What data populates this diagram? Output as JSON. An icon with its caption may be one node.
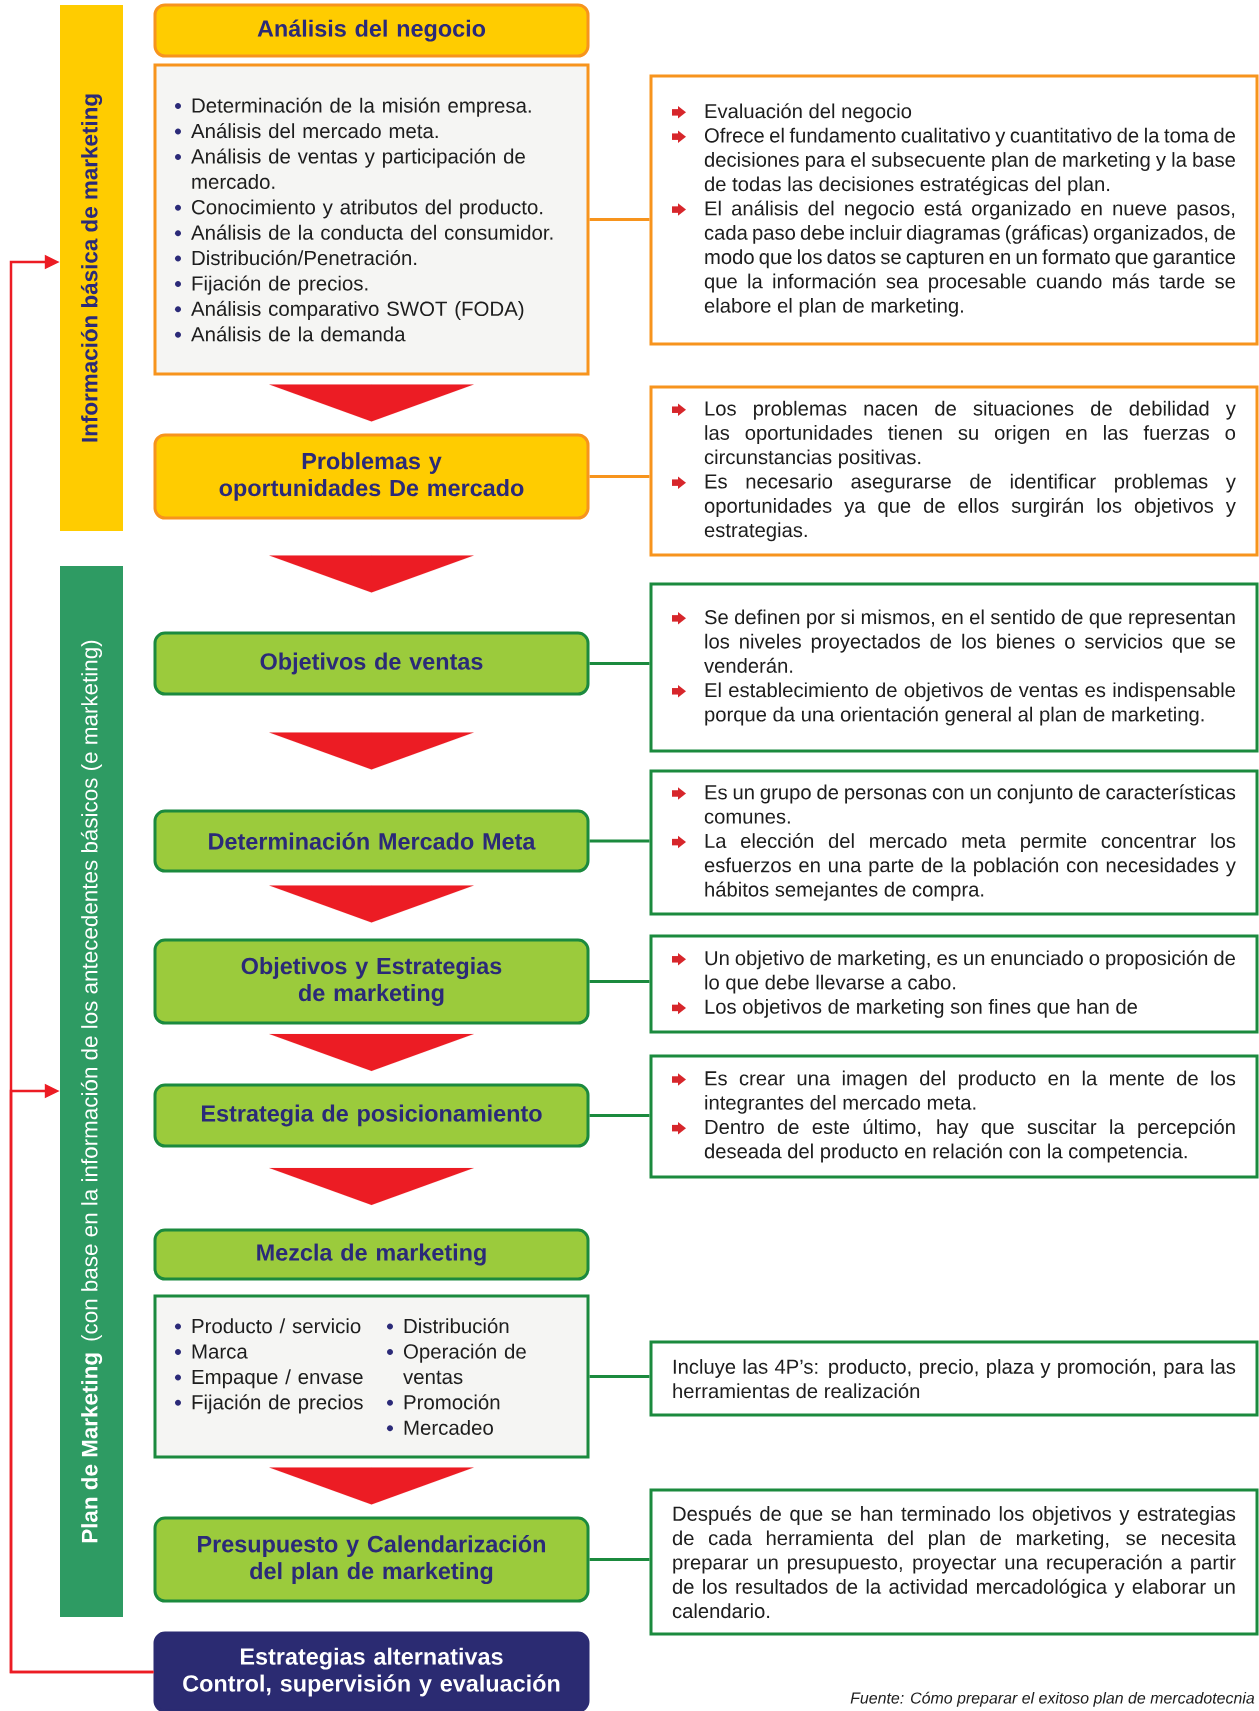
{
  "diagram": {
    "nodes": [
      {
        "text": [
          "Información básica de marketing"
        ]
      },
      {
        "text": [
          "Plan de Marketing",
          "(con base en la información de los antecedentes básicos (e marketing)"
        ]
      },
      {
        "text": [
          "Análisis del negocio"
        ]
      },
      {
        "text": [
          "Determinación de la misión empresa.",
          "Análisis del mercado meta.",
          "Análisis de ventas y participación de mercado.",
          "Conocimiento y atributos del producto.",
          "Análisis de la conducta del consumidor.",
          "Distribución/Penetración.",
          "Fijación de precios.",
          "Análisis comparativo SWOT (FODA)",
          "Análisis de la demanda"
        ]
      },
      {
        "text": [
          "Problemas y oportunidades De mercado"
        ]
      },
      {
        "text": [
          "Objetivos de ventas"
        ]
      },
      {
        "text": [
          "Determinación Mercado Meta"
        ]
      },
      {
        "text": [
          "Objetivos y Estrategias de marketing"
        ]
      },
      {
        "text": [
          "Estrategia de posicionamiento"
        ]
      },
      {
        "text": [
          "Mezcla de marketing"
        ]
      },
      {
        "text": [
          "Producto / servicio",
          "Marca",
          "Empaque / envase",
          "Fijación de precios",
          "Distribución",
          "Operación de ventas",
          "Promoción",
          "Mercadeo"
        ]
      },
      {
        "text": [
          "Presupuesto y Calendarización del plan de marketing"
        ]
      },
      {
        "text": [
          "Estrategias alternativas",
          "Control, supervisión y evaluación"
        ]
      },
      {
        "text": [
          "Evaluación del negocio",
          "Ofrece el fundamento cualitativo y cuantitativo de la toma de decisiones para el subsecuente plan de marketing y la base de todas las decisiones estratégicas del plan.",
          "El análisis del negocio está organizado en nueve pasos, cada paso debe incluir diagramas (gráficas) organizados, de modo que los datos se capturen en un formato que garantice que la información sea procesable cuando más tarde se elabore el plan de marketing."
        ]
      },
      {
        "text": [
          "Los problemas nacen de situaciones de debilidad y las oportunidades tienen su origen en las fuerzas o circunstancias positivas.",
          "Es necesario asegurarse de identificar problemas y oportunidades ya que de ellos surgirán los objetivos y estrategias."
        ]
      },
      {
        "text": [
          "Se definen por si mismos, en el sentido de que representan los niveles proyectados de los bienes o servicios que se venderán.",
          "El establecimiento de objetivos de ventas es indispensable porque da una orientación general al plan de marketing."
        ]
      },
      {
        "text": [
          "Es un grupo de personas con un conjunto de características comunes.",
          "La elección del mercado meta permite concentrar los esfuerzos en una parte de la población con necesidades y hábitos semejantes de compra."
        ]
      },
      {
        "text": [
          "Un objetivo de marketing, es un enunciado o proposición de lo que debe llevarse a cabo.",
          "Los objetivos de marketing son fines que han de"
        ]
      },
      {
        "text": [
          "Es crear una imagen del producto en la mente de los integrantes del mercado meta.",
          "Dentro de este último, hay que suscitar la percepción deseada del producto en relación con la competencia."
        ]
      },
      {
        "text": [
          "Incluye las 4P’s: producto, precio, plaza y promoción, para las herramientas de realización"
        ]
      },
      {
        "text": [
          "Después de que se han terminado los objetivos y estrategias de cada herramienta del plan de marketing, se necesita preparar un presupuesto, proyectar una recuperación a partir de los resultados de la actividad mercadológica y elaborar un calendario."
        ]
      }
    ],
    "edges": [
      {
        "from": 3,
        "to": 13,
        "arrow": "none",
        "color": "#f7941d"
      },
      {
        "from": 4,
        "to": 14,
        "arrow": "none",
        "color": "#f7941d"
      },
      {
        "from": 5,
        "to": 15,
        "arrow": "none",
        "color": "#1b8a3e"
      },
      {
        "from": 6,
        "to": 16,
        "arrow": "none",
        "color": "#1b8a3e"
      },
      {
        "from": 7,
        "to": 17,
        "arrow": "none",
        "color": "#1b8a3e"
      },
      {
        "from": 8,
        "to": 18,
        "arrow": "none",
        "color": "#1b8a3e"
      },
      {
        "from": 10,
        "to": 19,
        "arrow": "none",
        "color": "#1b8a3e"
      },
      {
        "from": 11,
        "to": 20,
        "arrow": "none",
        "color": "#1b8a3e"
      },
      {
        "from": 3,
        "to": 4,
        "arrow": "to"
      },
      {
        "from": 4,
        "to": 5,
        "arrow": "to"
      },
      {
        "from": 5,
        "to": 6,
        "arrow": "to"
      },
      {
        "from": 6,
        "to": 7,
        "arrow": "to"
      },
      {
        "from": 7,
        "to": 8,
        "arrow": "to"
      },
      {
        "from": 8,
        "to": 9,
        "arrow": "to"
      },
      {
        "from": 10,
        "to": 11,
        "arrow": "to"
      },
      {
        "from": 12,
        "to": 0,
        "arrow": "to",
        "color": "#ec1c24"
      },
      {
        "from": 12,
        "to": 1,
        "arrow": "to",
        "color": "#ec1c24"
      }
    ],
    "labels": [
      "Fuente: Cómo preparar el exitoso plan de mercadotecnia"
    ]
  }
}
